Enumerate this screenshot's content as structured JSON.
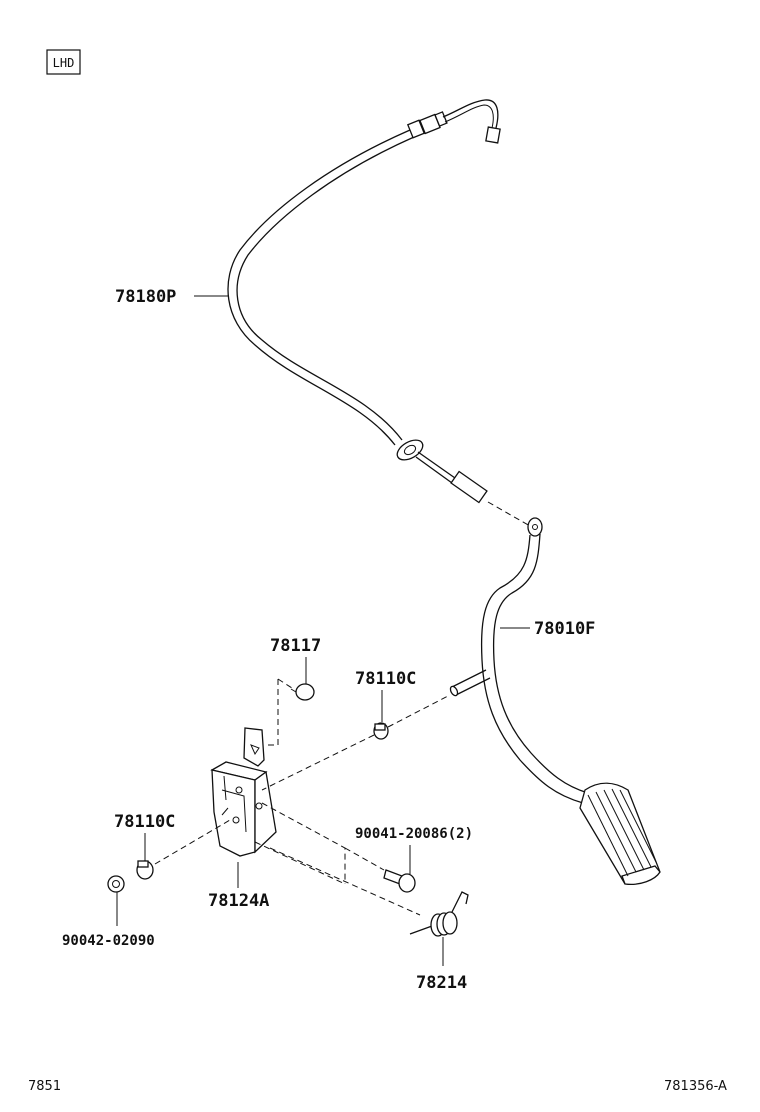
{
  "badge": {
    "text": "LHD"
  },
  "parts": {
    "cable": "78180P",
    "pedal_arm": "78010F",
    "cushion_top": "78117",
    "bushing_right": "78110C",
    "bushing_left": "78110C",
    "bracket": "78124A",
    "bolt": "90041-20086(2)",
    "washer": "90042-02090",
    "spring": "78214"
  },
  "footer": {
    "left_code": "7851",
    "right_code": "781356-A"
  }
}
